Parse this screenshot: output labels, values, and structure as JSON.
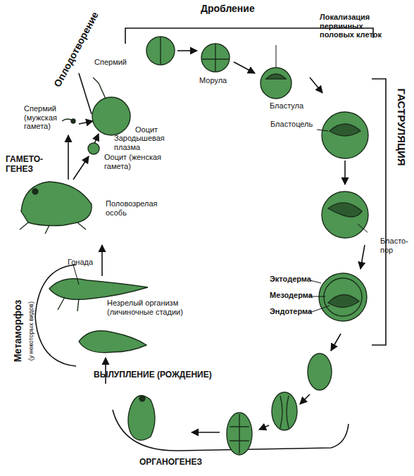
{
  "diagram": {
    "labels": [
      "Дробление",
      "Оплодотворение",
      "Спермий",
      "Ооцит",
      "Морула",
      "Локализация первичных половых клеток",
      "Бластула",
      "ГАСТРУЛЯЦИЯ",
      "Бластоцель",
      "Бласто- пор",
      "Эктодерма",
      "Мезодерма",
      "Эндотерма",
      "Спермий (мужская гамета)",
      "Зародышевая плазма",
      "ГАМЕТО- ГЕНЕЗ",
      "Ооцит (женская гамета)",
      "Половозрелая особь",
      "Гонада",
      "Незрелый организм (личиночные стадии)",
      "Метаморфоз",
      "(у некоторых видов)",
      "ВЫЛУПЛЕНИЕ (РОЖДЕНИЕ)",
      "ОРГАНОГЕНЕЗ"
    ]
  }
}
